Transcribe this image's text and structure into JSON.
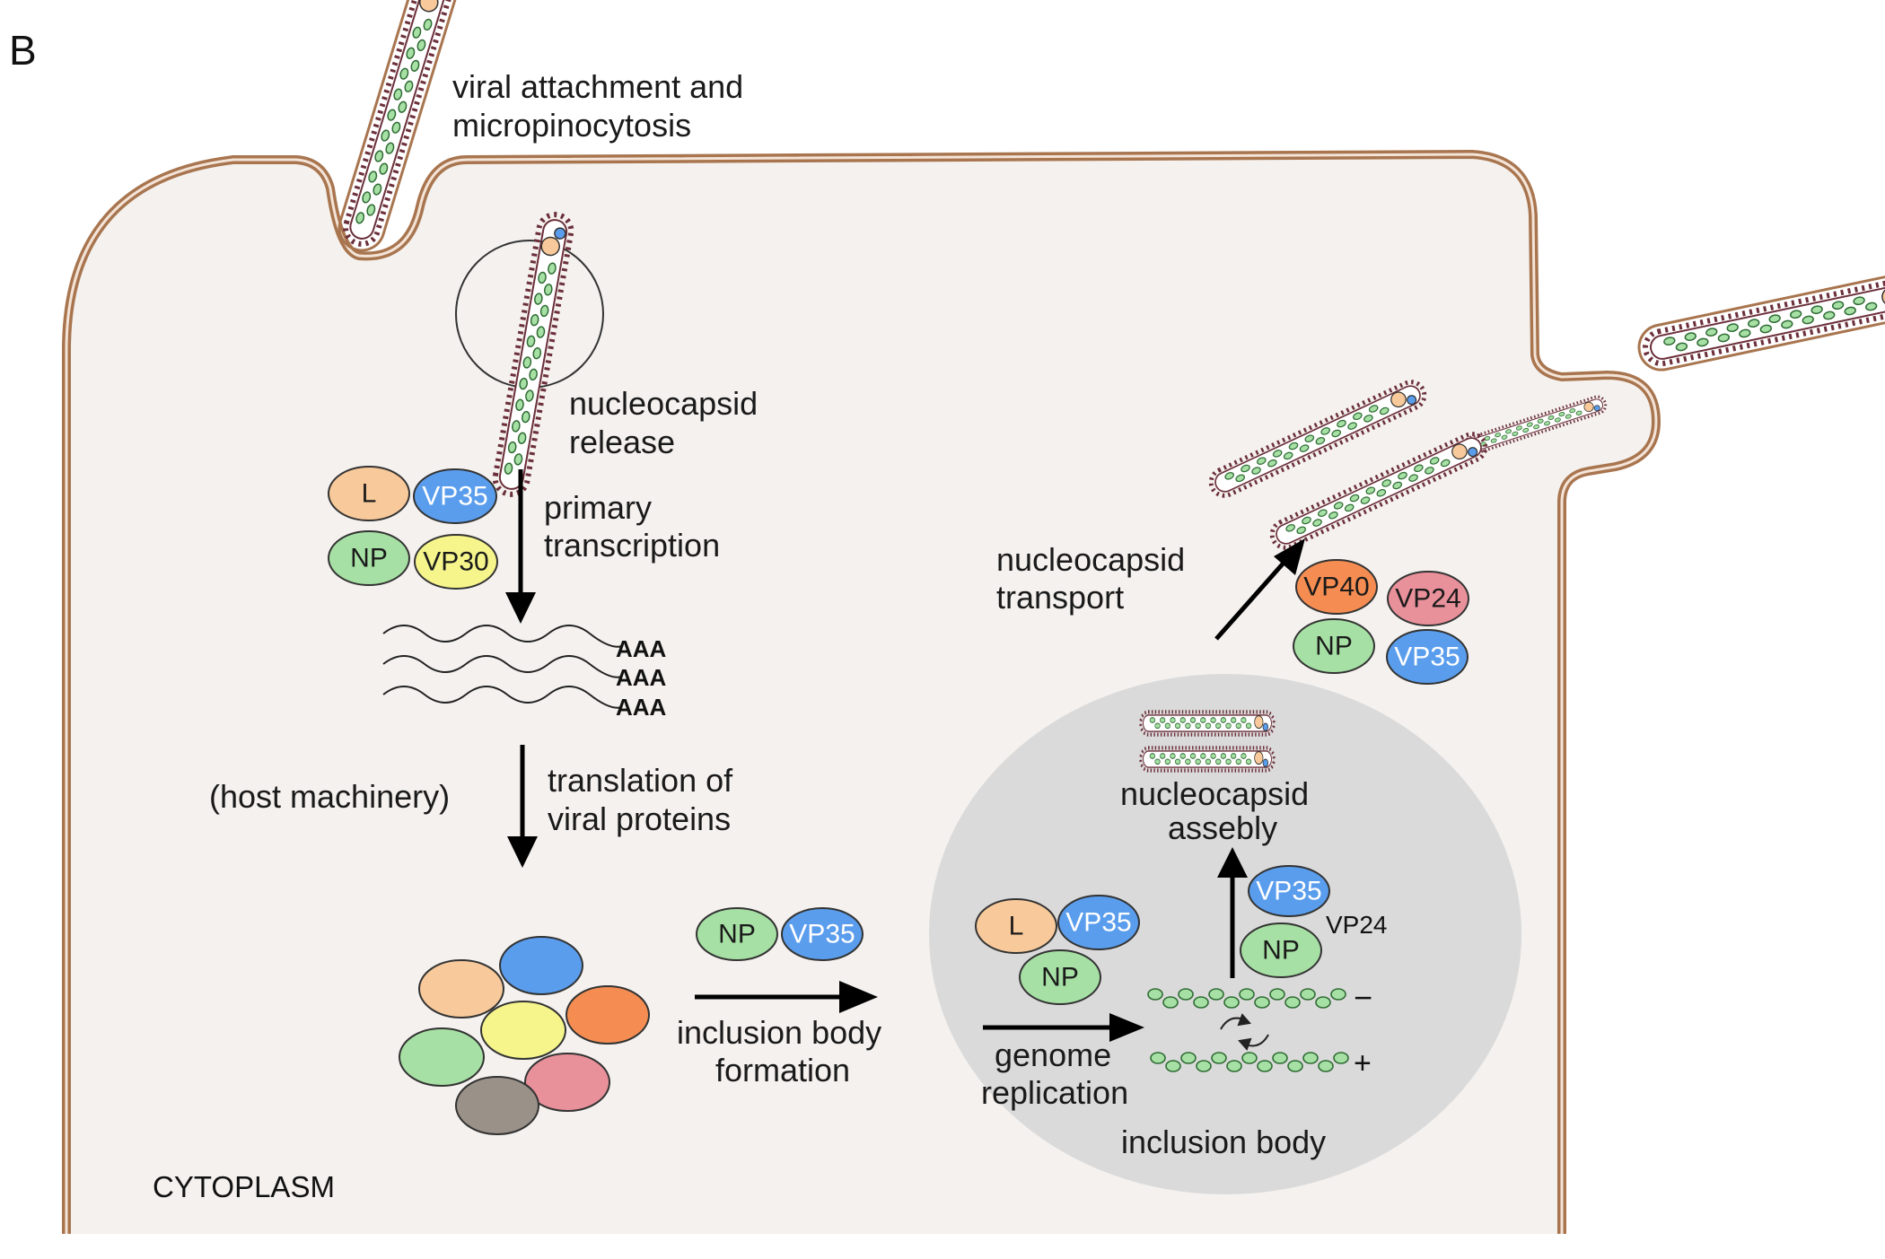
{
  "panel_letter": "B",
  "labels": {
    "attachment_1": "viral attachment and",
    "attachment_2": "micropinocytosis",
    "release_1": "nucleocapsid",
    "release_2": "release",
    "primary_1": "primary",
    "primary_2": "transcription",
    "polyA": "AAA",
    "host": "(host machinery)",
    "translation_1": "translation of",
    "translation_2": "viral proteins",
    "inclusion_formation_1": "inclusion body",
    "inclusion_formation_2": "formation",
    "genome_1": "genome",
    "genome_2": "replication",
    "inclusion_body": "inclusion body",
    "assembly_1": "nucleocapsid",
    "assembly_2": "assebly",
    "transport_1": "nucleocapsid",
    "transport_2": "transport",
    "cytoplasm": "CYTOPLASM",
    "minus": "−",
    "plus": "+",
    "vp24_side": "VP24"
  },
  "proteins": {
    "L": "L",
    "NP": "NP",
    "VP35": "VP35",
    "VP30": "VP30",
    "VP40": "VP40",
    "VP24": "VP24"
  },
  "colors": {
    "membrane": "#a8754f",
    "cytoplasm": "#f4f1ee",
    "inclusion": "#dadada",
    "L": "#f8c99a",
    "NP": "#a6e0a4",
    "VP35": "#5a9ded",
    "VP30": "#f6f58c",
    "VP40": "#f58d52",
    "VP24": "#e9919b",
    "gray_protein": "#9a9189",
    "rna": "#a6e0a4"
  }
}
